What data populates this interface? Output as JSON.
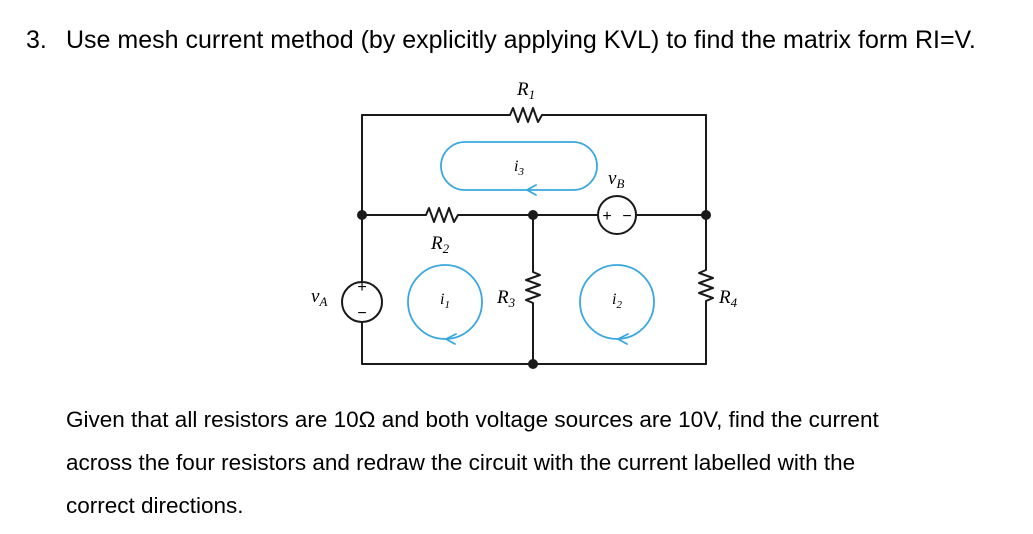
{
  "question": {
    "number": "3.",
    "title": "Use mesh current method (by explicitly applying KVL) to find the matrix form RI=V."
  },
  "circuit": {
    "R1": {
      "main": "R",
      "sub": "1"
    },
    "R2": {
      "main": "R",
      "sub": "2"
    },
    "R3": {
      "main": "R",
      "sub": "3"
    },
    "R4": {
      "main": "R",
      "sub": "4"
    },
    "vA": {
      "main": "v",
      "sub": "A"
    },
    "vB": {
      "main": "v",
      "sub": "B"
    },
    "i1": {
      "main": "i",
      "sub": "1"
    },
    "i2": {
      "main": "i",
      "sub": "2"
    },
    "i3": {
      "main": "i",
      "sub": "3"
    },
    "plus_sign": "+",
    "minus_sign": "−",
    "colors": {
      "wire": "#1a1a1a",
      "mesh_loop": "#3aa7e0"
    }
  },
  "description": {
    "line1": "Given that all resistors are 10Ω and both voltage sources are 10V, find the current",
    "line2": "across the four resistors and redraw the circuit with the current labelled with the",
    "line3": "correct directions."
  }
}
